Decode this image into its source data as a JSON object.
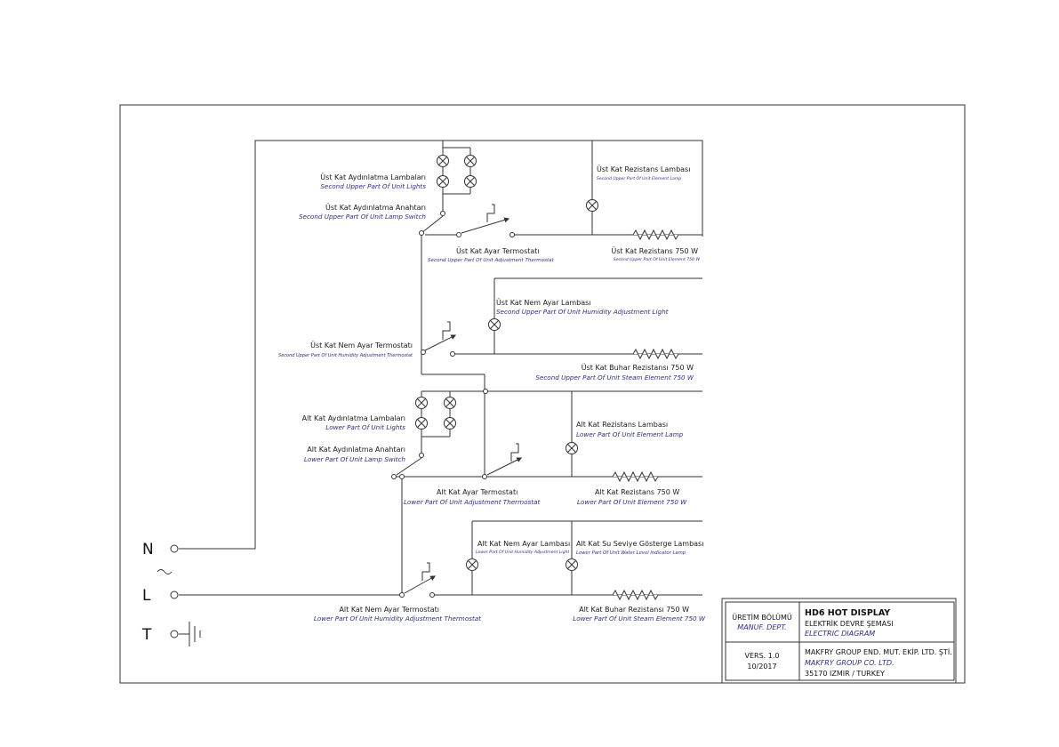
{
  "terminals": {
    "n": "N",
    "l": "L",
    "t": "T"
  },
  "upper": {
    "lights": {
      "label": "Üst Kat Aydınlatma Lambaları",
      "sub": "Second Upper Part Of Unit Lights"
    },
    "lamp_switch": {
      "label": "Üst Kat Aydınlatma Anahtarı",
      "sub": "Second Upper Part Of Unit Lamp Switch"
    },
    "element_lamp": {
      "label": "Üst Kat Rezistans Lambası",
      "sub": "Second Upper Part Of Unit Element Lamp"
    },
    "adj_thermostat": {
      "label": "Üst Kat Ayar Termostatı",
      "sub": "Second Upper Part Of Unit Adjustment Thermostat"
    },
    "element": {
      "label": "Üst Kat Rezistans 750 W",
      "sub": "Second Upper Part Of Unit Element 750 W"
    },
    "humidity_light": {
      "label": "Üst Kat Nem Ayar Lambası",
      "sub": "Second Upper Part Of Unit Humidity Adjustment Light"
    },
    "humidity_thermostat": {
      "label": "Üst Kat Nem Ayar Termostatı",
      "sub": "Second Upper Part Of Unit Humidity Adjustment Thermostat"
    },
    "steam_element": {
      "label": "Üst Kat Buhar Rezistansı 750 W",
      "sub": "Second Upper Part Of Unit Steam Element 750 W"
    }
  },
  "lower": {
    "lights": {
      "label": "Alt Kat Aydınlatma Lambaları",
      "sub": "Lower Part Of Unit Lights"
    },
    "lamp_switch": {
      "label": "Alt Kat Aydınlatma Anahtarı",
      "sub": "Lower Part Of Unit Lamp Switch"
    },
    "element_lamp": {
      "label": "Alt Kat Rezistans Lambası",
      "sub": "Lower Part Of Unit Element Lamp"
    },
    "adj_thermostat": {
      "label": "Alt Kat Ayar Termostatı",
      "sub": "Lower Part Of Unit Adjustment Thermostat"
    },
    "element": {
      "label": "Alt Kat Rezistans 750 W",
      "sub": "Lower Part Of Unit Element 750 W"
    },
    "humidity_light": {
      "label": "Alt Kat Nem Ayar Lambası",
      "sub": "Lower Part Of Unit Humidity Adjustment Light"
    },
    "water_lamp": {
      "label": "Alt Kat Su Seviye Gösterge Lambası",
      "sub": "Lower Part Of Unit Water Level Indicator Lamp"
    },
    "humidity_thermostat": {
      "label": "Alt Kat Nem Ayar Termostatı",
      "sub": "Lower Part Of Unit Humidity Adjustment Thermostat"
    },
    "steam_element": {
      "label": "Alt Kat Buhar Rezistansı 750 W",
      "sub": "Lower Part Of Unit Steam Element 750 W"
    }
  },
  "title_block": {
    "dept": "ÜRETİM BÖLÜMÜ",
    "dept_en": "MANUF. DEPT.",
    "product": "HD6 HOT DISPLAY",
    "title_tr": "ELEKTRİK DEVRE ŞEMASI",
    "title_en": "ELECTRIC DIAGRAM",
    "version": "VERS. 1.0",
    "date": "10/2017",
    "company_tr": "MAKFRY GROUP END. MUT. EKİP. LTD. ŞTİ.",
    "company_en": "MAKFRY GROUP CO. LTD.",
    "address": "35170 IZMIR / TURKEY"
  }
}
